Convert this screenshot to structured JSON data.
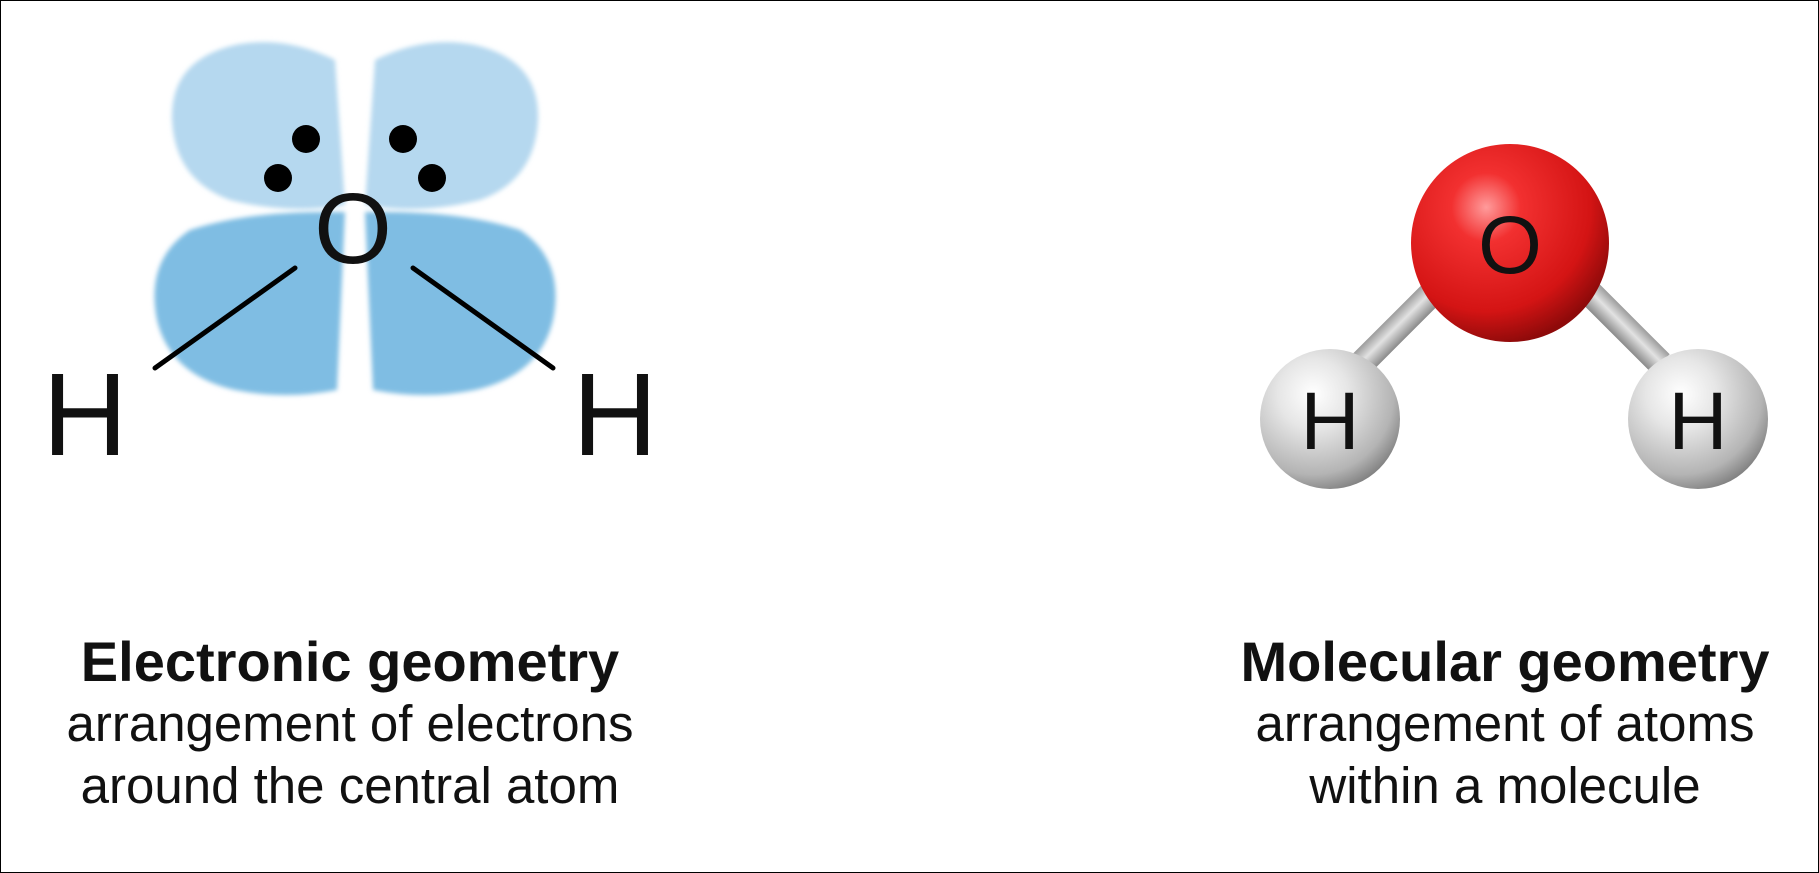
{
  "electronic": {
    "center_atom": "O",
    "left_atom": "H",
    "right_atom": "H",
    "title": "Electronic geometry",
    "line1": "arrangement of electrons",
    "line2": "around the central atom"
  },
  "molecular": {
    "center_atom": "O",
    "left_atom": "H",
    "right_atom": "H",
    "title": "Molecular geometry",
    "line1": "arrangement of atoms",
    "line2": "within a molecule"
  },
  "colors": {
    "lone_pair_lobe": "#b5d8ef",
    "bonding_lobe": "#7fbde3",
    "oxygen": "#e21a1a",
    "hydrogen": "#d9d9d9",
    "bond": "#c6c6c6",
    "text": "#111111"
  }
}
